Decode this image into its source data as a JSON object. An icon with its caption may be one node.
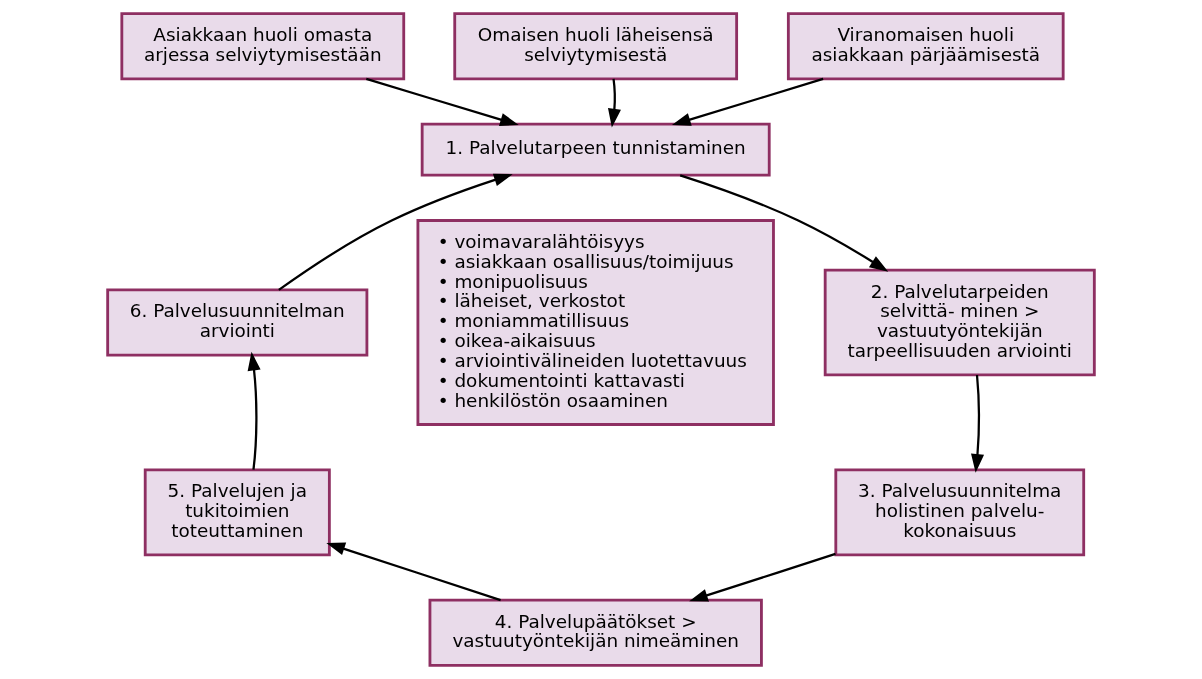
{
  "diagram": {
    "nodes": [
      {
        "text": [
          "Asiakkaan huoli omasta arjessa selviytymisestään"
        ]
      },
      {
        "text": [
          "Omaisen huoli läheisensä selviytymisestä"
        ]
      },
      {
        "text": [
          "Viranomaisen huoli asiakkaan pärjäämisestä"
        ]
      },
      {
        "text": [
          "1. Palvelutarpeen tunnistaminen"
        ]
      },
      {
        "text": [
          "6. Palvelusuunnitelman arviointi"
        ]
      },
      {
        "text": [
          "• voimavaralähtöisyys",
          "• asiakkaan osallisuus/toimijuus",
          "• monipuolisuus",
          "• läheiset, verkostot",
          "• moniammatillisuus",
          "• oikea-aikaisuus",
          "• arviointivälineiden luotettavuus",
          "• dokumentointi kattavasti",
          "• henkilöstön osaaminen"
        ]
      },
      {
        "text": [
          "2. Palvelutarpeiden selvittä- minen > vastuutyöntekijän tarpeellisuuden arviointi"
        ]
      },
      {
        "text": [
          "3. Palvelusuunnitelma holistinen palvelu- kokonaisuus"
        ]
      },
      {
        "text": [
          "5. Palvelujen ja tukitoimien toteuttaminen"
        ]
      },
      {
        "text": [
          "4. Palvelupäätökset > vastuutyöntekijän nimeäminen"
        ]
      }
    ],
    "edges": [
      {
        "from": 0,
        "to": 3,
        "arrow": "to"
      },
      {
        "from": 1,
        "to": 3,
        "arrow": "to"
      },
      {
        "from": 2,
        "to": 3,
        "arrow": "to"
      },
      {
        "from": 3,
        "to": 6,
        "arrow": "to"
      },
      {
        "from": 6,
        "to": 7,
        "arrow": "to"
      },
      {
        "from": 7,
        "to": 9,
        "arrow": "to"
      },
      {
        "from": 9,
        "to": 8,
        "arrow": "to"
      },
      {
        "from": 8,
        "to": 4,
        "arrow": "to"
      },
      {
        "from": 4,
        "to": 3,
        "arrow": "to"
      }
    ]
  }
}
